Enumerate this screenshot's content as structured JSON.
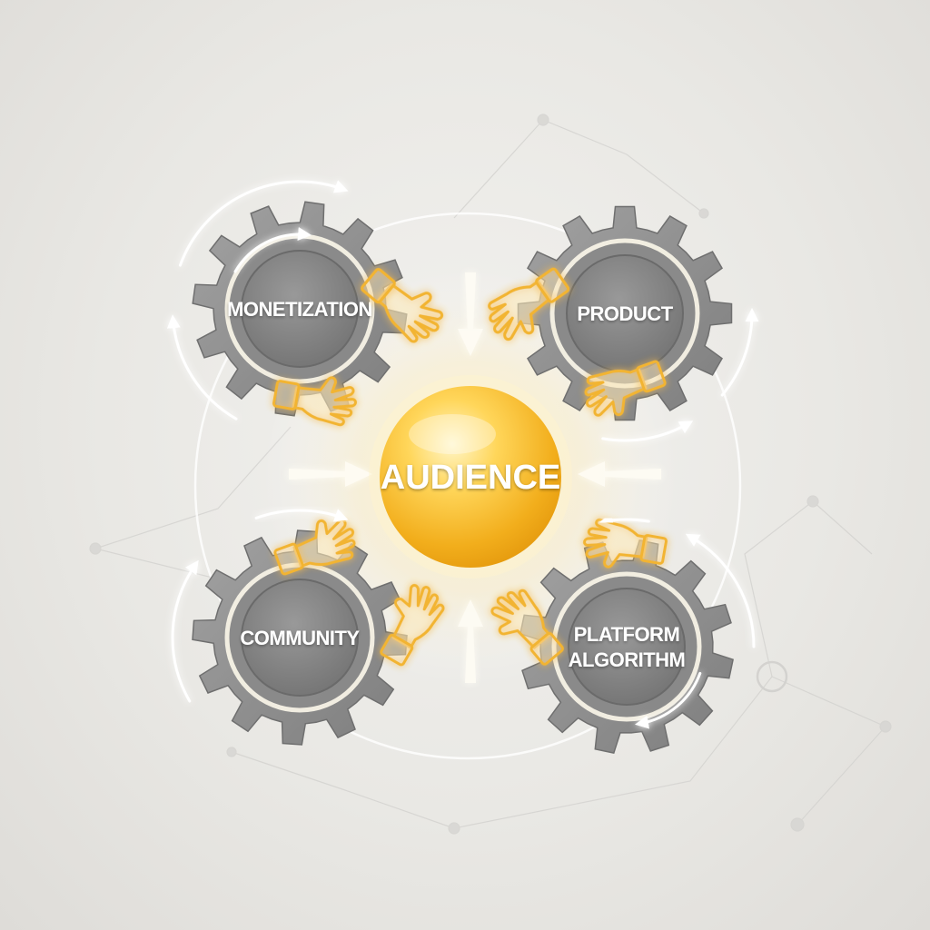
{
  "center": {
    "label": "AUDIENCE",
    "color": "#f5b92a"
  },
  "gears": [
    {
      "id": "monetization",
      "lines": [
        "MONETIZATION"
      ]
    },
    {
      "id": "product",
      "lines": [
        "PRODUCT"
      ]
    },
    {
      "id": "community",
      "lines": [
        "COMMUNITY"
      ]
    },
    {
      "id": "platform-algorithm",
      "lines": [
        "PLATFORM",
        "ALGORITHM"
      ]
    }
  ],
  "colors": {
    "gear": "#8d8d8d",
    "gear_inner": "#7b7b7b",
    "glow": "#ffd66b",
    "hand_outline": "#f2b430",
    "arrow": "#ffffff"
  },
  "icons": [
    "gear-icon",
    "hand-icon",
    "rotation-arrow-icon",
    "inward-arrow-icon"
  ]
}
